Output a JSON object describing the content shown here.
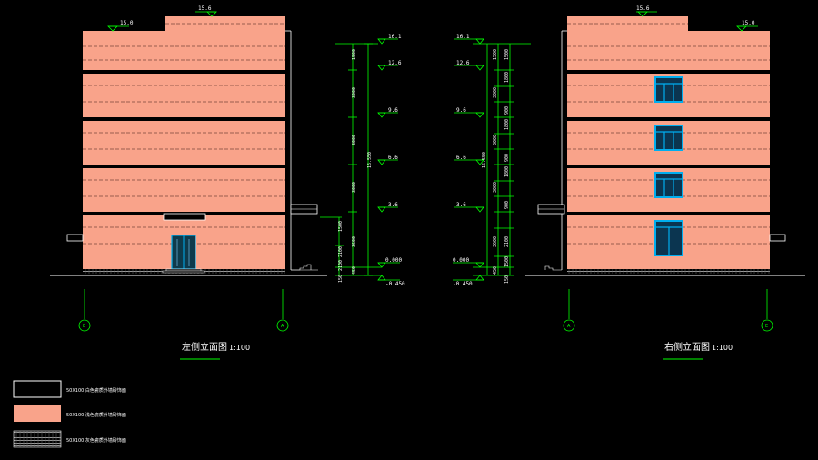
{
  "colors": {
    "background": "#000000",
    "facade": "#F9A38A",
    "line": "#FFFFFF",
    "dimension": "#00FF00",
    "window_frame": "#00AEEF",
    "window_glass": "#0B3550",
    "door": "#0E3A4C"
  },
  "left_elevation": {
    "title": "左侧立面图",
    "scale": "1:100",
    "roof_levels": [
      "15.0",
      "15.6"
    ],
    "level_marks": [
      "16.1",
      "12.6",
      "9.6",
      "6.6",
      "3.6",
      "0.000",
      "-0.450"
    ],
    "dims_outer": [
      "1500",
      "3000",
      "3000",
      "3000",
      "3600",
      "450"
    ],
    "dims_total": "16.550",
    "dims_inner": [
      "1500",
      "2100",
      "2100",
      "150"
    ],
    "axis_left": "E",
    "axis_right": "A"
  },
  "right_elevation": {
    "title": "右侧立面图",
    "scale": "1:100",
    "roof_levels": [
      "15.6",
      "15.0"
    ],
    "level_marks": [
      "16.1",
      "12.6",
      "9.6",
      "6.6",
      "3.6",
      "0.000",
      "-0.450"
    ],
    "dims_outer": [
      "1500",
      "3000",
      "3000",
      "3000",
      "3600",
      "450"
    ],
    "dims_total": "16.550",
    "dims_inner": [
      "1500",
      "1800",
      "900",
      "1800",
      "900",
      "1800",
      "900",
      "2100",
      "1500",
      "150"
    ],
    "axis_left": "A",
    "axis_right": "E"
  },
  "legend": [
    {
      "swatch": "outline",
      "label": "50X100 白色瓷质外墙砖饰面"
    },
    {
      "swatch": "facade",
      "label": "50X100 浅色瓷质外墙砖饰面"
    },
    {
      "swatch": "hatch",
      "label": "50X100 灰色瓷质外墙砖饰面"
    }
  ]
}
